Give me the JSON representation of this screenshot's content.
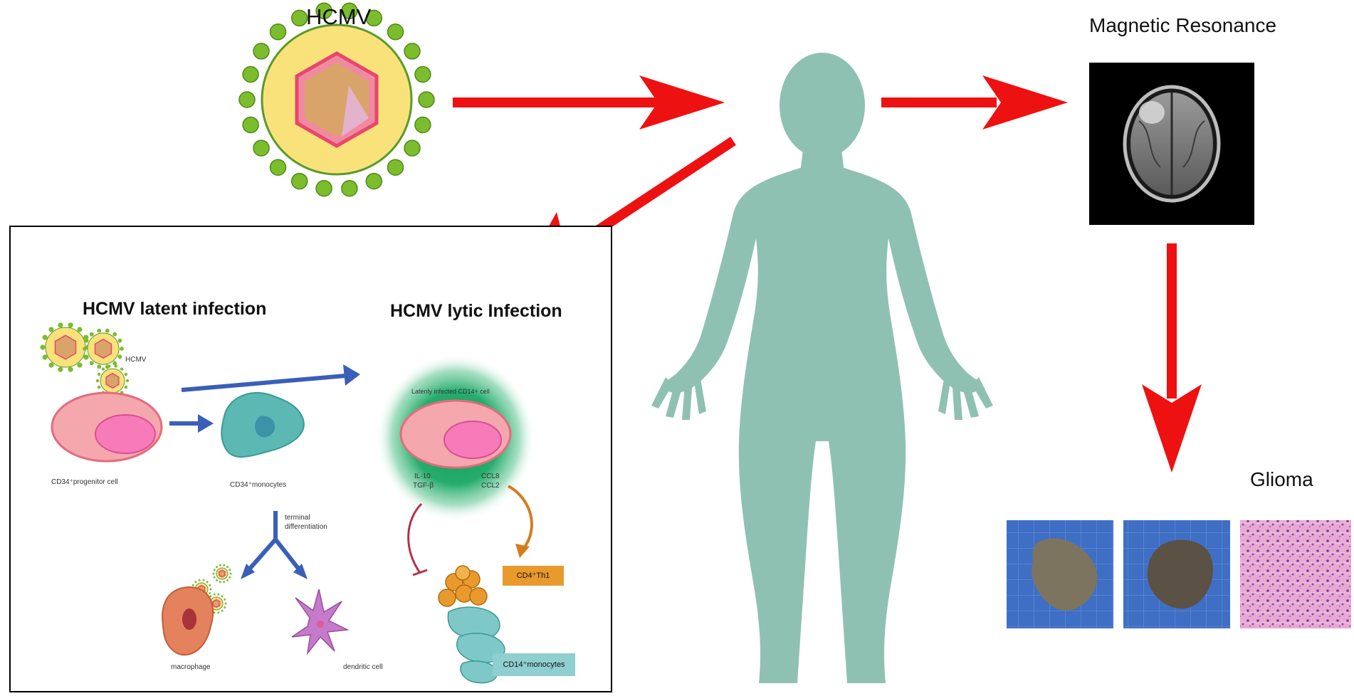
{
  "labels": {
    "hcmv": "HCMV",
    "magnetic_resonance": "Magnetic Resonance",
    "glioma": "Glioma"
  },
  "inset": {
    "latent_title": "HCMV latent infection",
    "lytic_title": "HCMV lytic Infection",
    "hcmv_small": "HCMV",
    "progenitor": "CD34⁺progenitor cell",
    "monocytes": "CD34⁺monocytes",
    "latently_infected": "Latenly infected CD14+ cell",
    "cytokines_left": [
      "IL-10",
      "TGF-β"
    ],
    "cytokines_right": [
      "CCL8",
      "CCL2"
    ],
    "terminal_diff": [
      "terminal",
      "differentiation"
    ],
    "macrophage": "macrophage",
    "dendritic": "dendritic cell",
    "th1_tag": "CD4⁺Th1",
    "cd14_tag": "CD14⁺monocytes"
  },
  "colors": {
    "red_arrow": "#ee1111",
    "blue_arrow": "#3a5fb8",
    "body": "#8fc1b3",
    "virus_spike": "#7bbd2c",
    "virus_capsid": "#e8577a",
    "progenitor_cell": "#f5a7ae",
    "monocyte": "#5bb8b3",
    "th1": "#e99a2c",
    "cd14_tag": "#8fcfcf",
    "glow": "#0f9a5a"
  }
}
